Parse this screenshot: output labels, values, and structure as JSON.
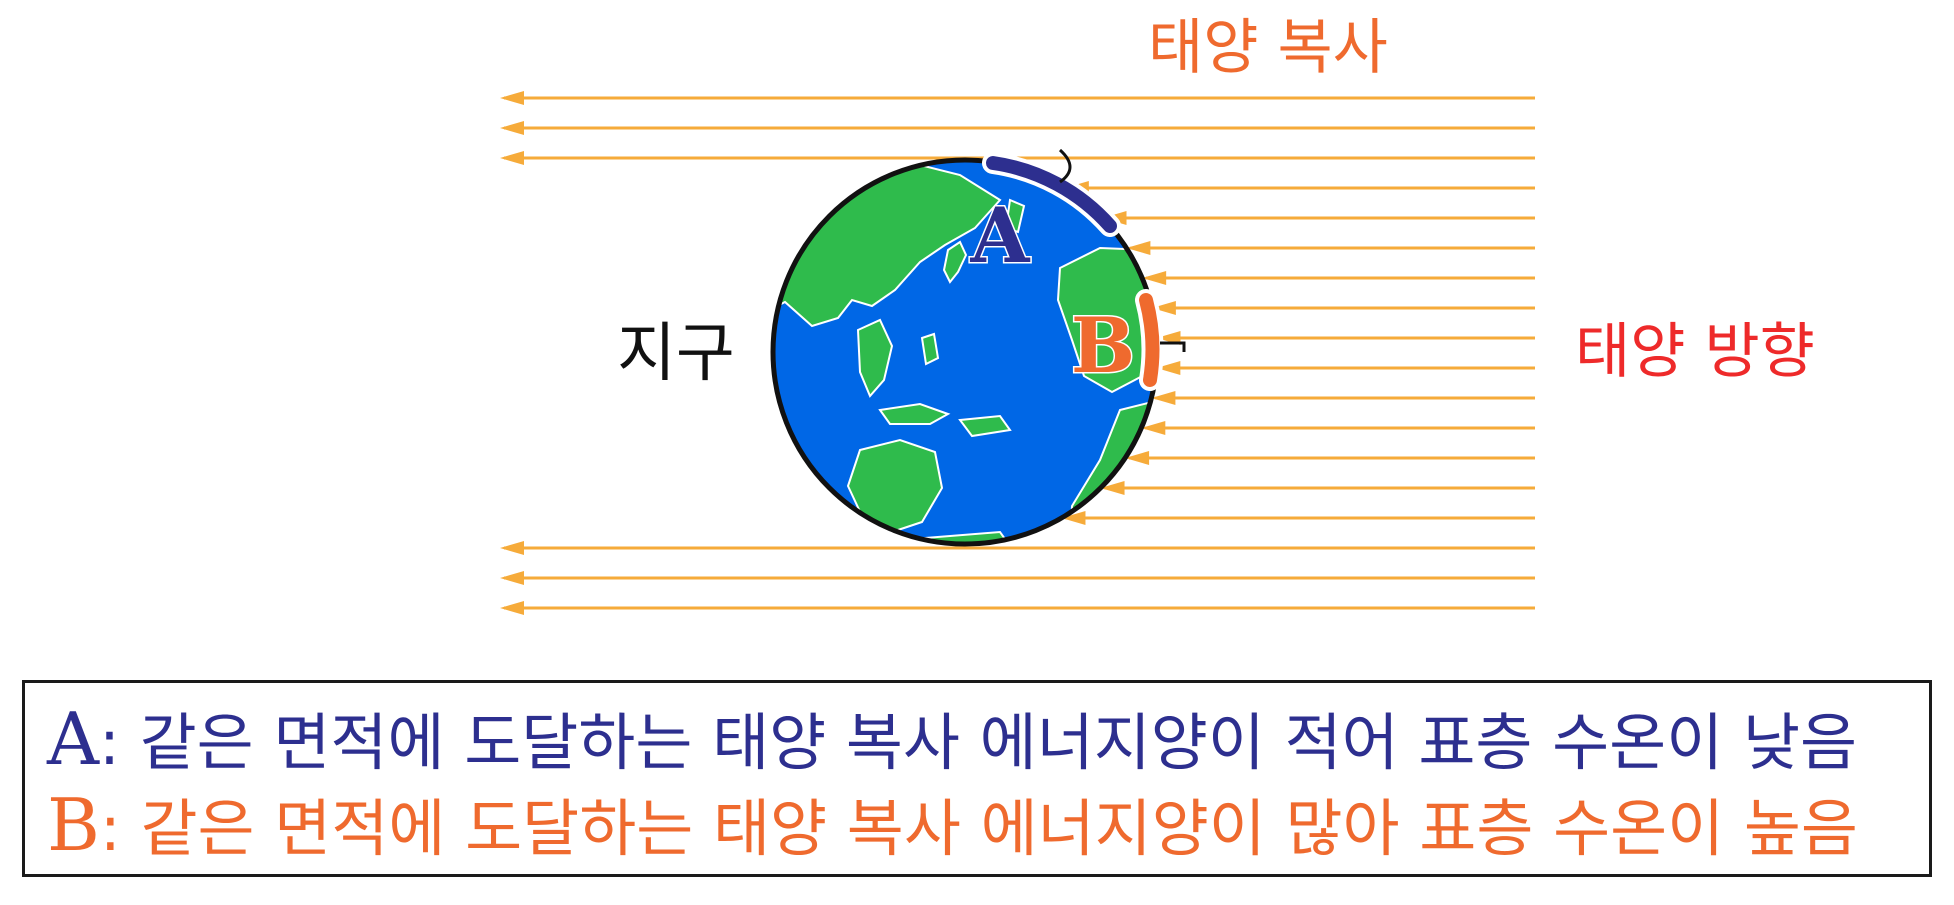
{
  "labels": {
    "solar_radiation": "태양 복사",
    "sun_direction": "태양 방향",
    "earth": "지구"
  },
  "markers": {
    "a": "A",
    "b": "B"
  },
  "legend": {
    "a_key": "A",
    "a_text": ": 같은 면적에 도달하는 태양 복사 에너지양이 적어 표층 수온이 낮음",
    "b_key": "B",
    "b_text": ": 같은 면적에 도달하는 태양 복사 에너지양이 많아  표층 수온이 높음"
  },
  "colors": {
    "ray": "#f6ab3a",
    "ocean": "#0067e6",
    "land": "#2fbb4c",
    "region_a": "#2d2f8f",
    "region_b": "#ef6a2e",
    "sun_direction_text": "#ee2a2a"
  }
}
